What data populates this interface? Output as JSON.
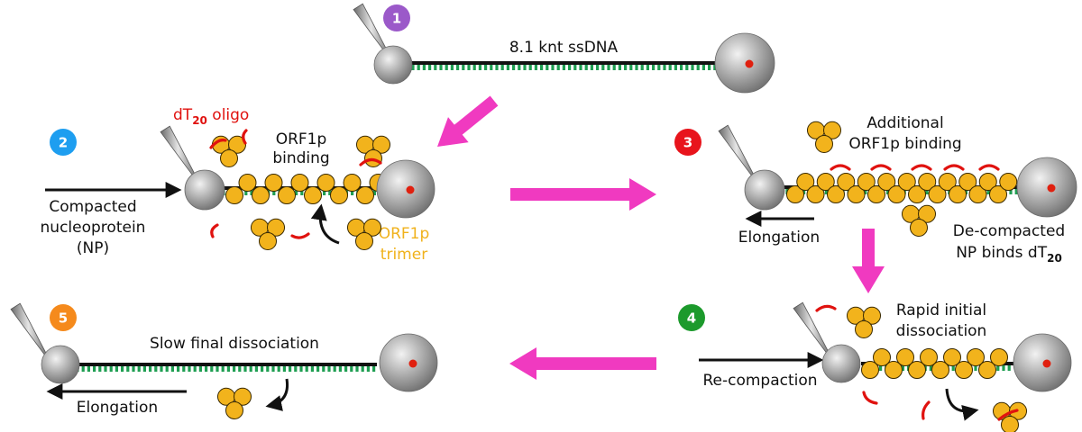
{
  "colors": {
    "step1": "#9b59c9",
    "step2": "#1e9ef0",
    "step3": "#e8141c",
    "step4": "#1c9a2c",
    "step5": "#f58a1c",
    "magenta_arrow": "#f03ac0",
    "ssdna_teeth": "#1f9e52",
    "orf1p": "#f2b31c",
    "oligo": "#e0120f"
  },
  "steps": {
    "s1": {
      "number": "1",
      "label": "8.1 knt ssDNA"
    },
    "s2": {
      "number": "2",
      "oligo_label": "dT",
      "oligo_sub": "20",
      "oligo_suffix": " oligo",
      "binding_line1": "ORF1p",
      "binding_line2": "binding",
      "compacted_line1": "Compacted",
      "compacted_line2": "nucleoprotein",
      "compacted_line3": "(NP)",
      "trimer_line1": "ORF1p",
      "trimer_line2": "trimer"
    },
    "s3": {
      "number": "3",
      "additional_line1": "Additional",
      "additional_line2": "ORF1p binding",
      "elongation": "Elongation",
      "decompacted_line1": "De-compacted",
      "decompacted_line2": "NP binds dT",
      "decompacted_sub": "20"
    },
    "s4": {
      "number": "4",
      "rapid_line1": "Rapid initial",
      "rapid_line2": "dissociation",
      "recompaction": "Re-compaction"
    },
    "s5": {
      "number": "5",
      "slow": "Slow final dissociation",
      "elongation": "Elongation"
    }
  }
}
